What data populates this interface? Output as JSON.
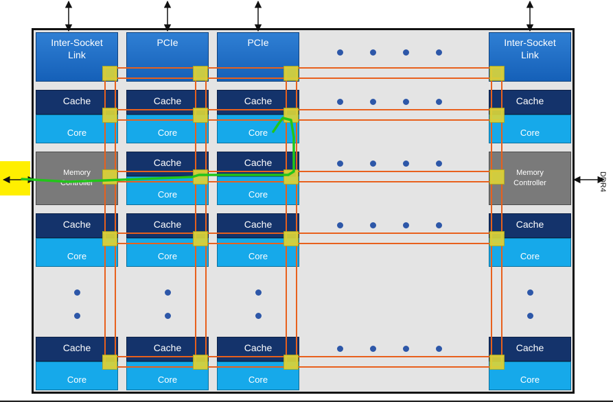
{
  "io_row": {
    "inter_socket_link_left": [
      "Inter-Socket",
      "Link"
    ],
    "pcie_1": "PCIe",
    "pcie_2": "PCIe",
    "inter_socket_link_right": [
      "Inter-Socket",
      "Link"
    ]
  },
  "tile": {
    "cache_label": "Cache",
    "core_label": "Core"
  },
  "memory_controller": {
    "left": [
      "Memory",
      "Controller"
    ],
    "right": [
      "Memory",
      "Controller"
    ]
  },
  "side_label_right": "DDR4",
  "colors": {
    "io_tile": "#1f6fc8",
    "cache": "#14336b",
    "core": "#16a9ea",
    "memory_controller": "#7a7a7a",
    "mesh_line": "#e8601c",
    "mesh_stop": "#d9d43a",
    "data_path": "#22c51a",
    "die_background": "#e4e4e4",
    "highlight_box": "#ffef00",
    "dots": "#2d57a8"
  }
}
